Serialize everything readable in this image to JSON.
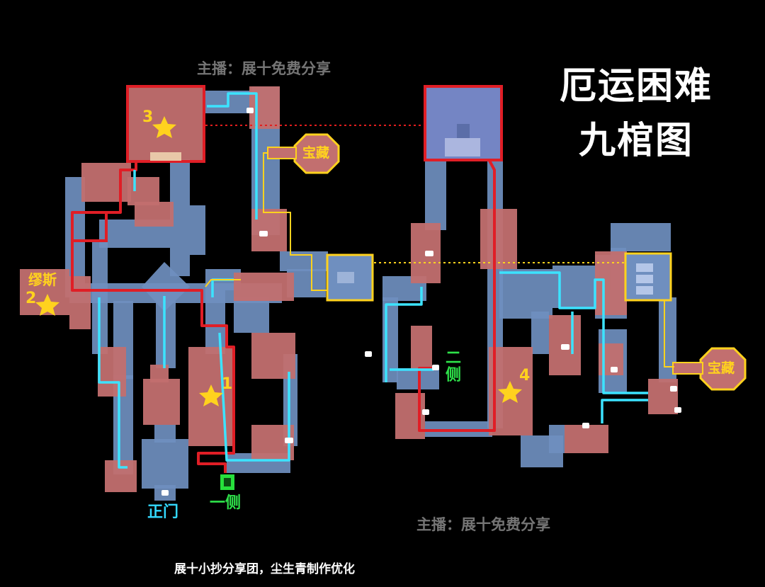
{
  "title": {
    "line1": "厄运困难",
    "line2": "九棺图"
  },
  "watermark": {
    "top": "主播：展十免费分享",
    "bottom": "主播：展十免费分享"
  },
  "credits": "展十小抄分享团，尘生青制作优化",
  "markers": [
    {
      "id": "coffin-1",
      "number": "1"
    },
    {
      "id": "coffin-2",
      "number": "2",
      "boss": "缪斯"
    },
    {
      "id": "coffin-3",
      "number": "3"
    },
    {
      "id": "coffin-4",
      "number": "4"
    }
  ],
  "treasure": {
    "left": "宝藏",
    "right": "宝藏"
  },
  "entrances": {
    "main": "正门",
    "side_left": "一侧",
    "side_right": "二侧"
  },
  "colors": {
    "background": "#000000",
    "corridor": "#6f8fbf",
    "room": "#c26f6f",
    "path_red": "#e01e26",
    "path_cyan": "#3ce3ff",
    "path_yellow": "#ffd21e",
    "entrance_green": "#27e03c",
    "dotted_link": "#e11d1d"
  }
}
